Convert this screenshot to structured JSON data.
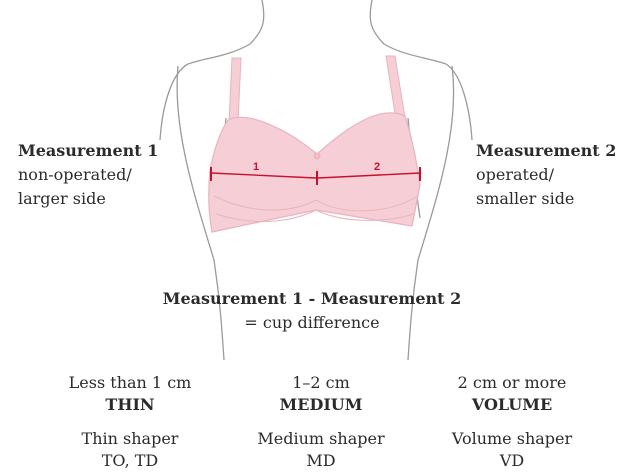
{
  "measurement_left": {
    "title": "Measurement 1",
    "line1": "non-operated/",
    "line2": "larger side"
  },
  "measurement_right": {
    "title": "Measurement 2",
    "line1": "operated/",
    "line2": "smaller side"
  },
  "tape_labels": {
    "left": "1",
    "right": "2"
  },
  "formula": {
    "title": "Measurement 1 - Measurement 2",
    "subtitle": "= cup difference"
  },
  "levels": [
    {
      "range": "Less than 1 cm",
      "level": "THIN",
      "shaper": "Thin shaper",
      "codes": "TO, TD"
    },
    {
      "range": "1–2 cm",
      "level": "MEDIUM",
      "shaper": "Medium shaper",
      "codes": "MD"
    },
    {
      "range": "2 cm or more",
      "level": "VOLUME",
      "shaper": "Volume shaper",
      "codes": "VD"
    }
  ],
  "colors": {
    "bra_fill": "#f6cfd6",
    "bra_stroke": "#e9b3bd",
    "tape": "#c8102e",
    "outline": "#9a9a9a",
    "text": "#2b2b2b"
  }
}
